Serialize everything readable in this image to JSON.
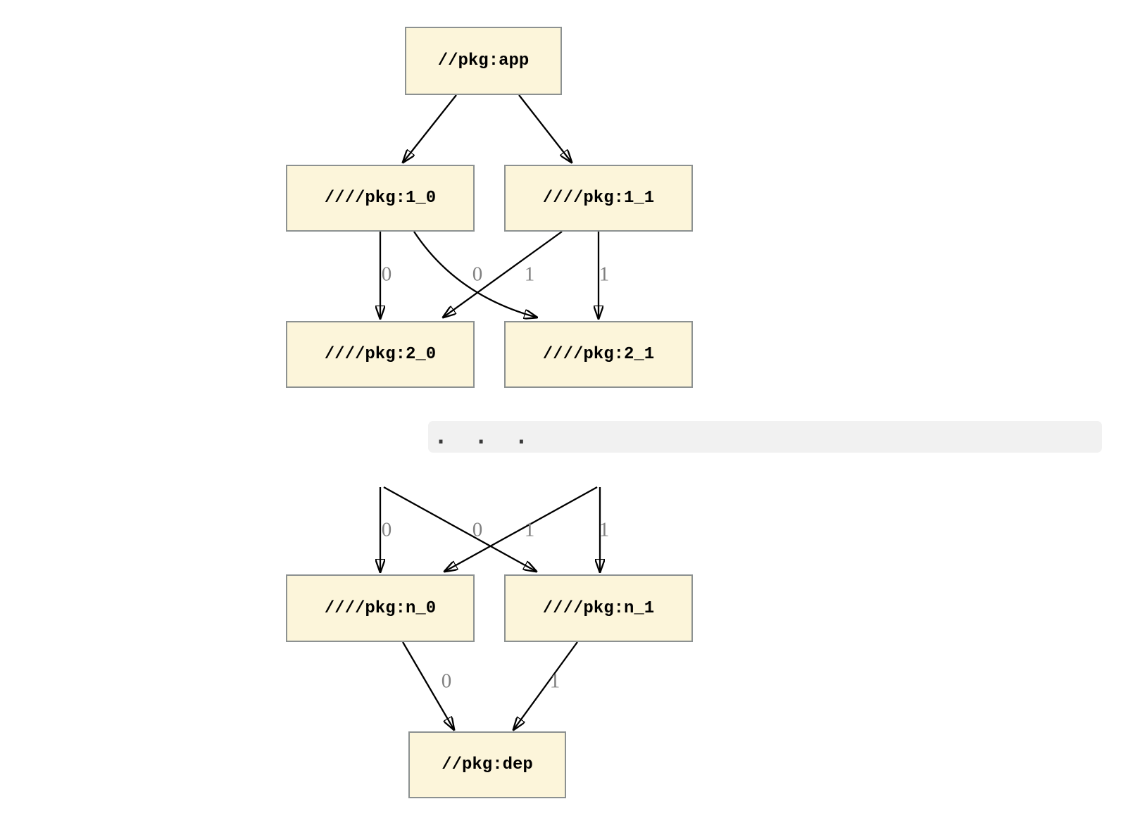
{
  "diagram": {
    "type": "dependency-graph",
    "nodes": [
      {
        "id": "app",
        "label": "//pkg:app"
      },
      {
        "id": "1_0",
        "label": "////pkg:1_0"
      },
      {
        "id": "1_1",
        "label": "////pkg:1_1"
      },
      {
        "id": "2_0",
        "label": "////pkg:2_0"
      },
      {
        "id": "2_1",
        "label": "////pkg:2_1"
      },
      {
        "id": "n_0",
        "label": "////pkg:n_0"
      },
      {
        "id": "n_1",
        "label": "////pkg:n_1"
      },
      {
        "id": "dep",
        "label": "//pkg:dep"
      }
    ],
    "ellipsis_label": ".  .  .",
    "edges": [
      {
        "from": "app",
        "to": "1_0",
        "label": ""
      },
      {
        "from": "app",
        "to": "1_1",
        "label": ""
      },
      {
        "from": "1_0",
        "to": "2_0",
        "label": "0"
      },
      {
        "from": "1_1",
        "to": "2_0",
        "label": "0"
      },
      {
        "from": "1_0",
        "to": "2_1",
        "label": "1"
      },
      {
        "from": "1_1",
        "to": "2_1",
        "label": "1"
      },
      {
        "from": "ellipsis",
        "to": "n_0",
        "label": "0"
      },
      {
        "from": "ellipsis",
        "to": "n_0",
        "label": "0"
      },
      {
        "from": "ellipsis",
        "to": "n_1",
        "label": "1"
      },
      {
        "from": "ellipsis",
        "to": "n_1",
        "label": "1"
      },
      {
        "from": "n_0",
        "to": "dep",
        "label": "0"
      },
      {
        "from": "n_1",
        "to": "dep",
        "label": "1"
      }
    ],
    "colors": {
      "node_fill": "#fcf5da",
      "node_border": "#8c9191",
      "edge_color": "#000000",
      "edge_label_color": "#808080",
      "band_fill": "#f1f1f1",
      "ellipsis_color": "#3a3a3a",
      "background": "#ffffff"
    }
  }
}
